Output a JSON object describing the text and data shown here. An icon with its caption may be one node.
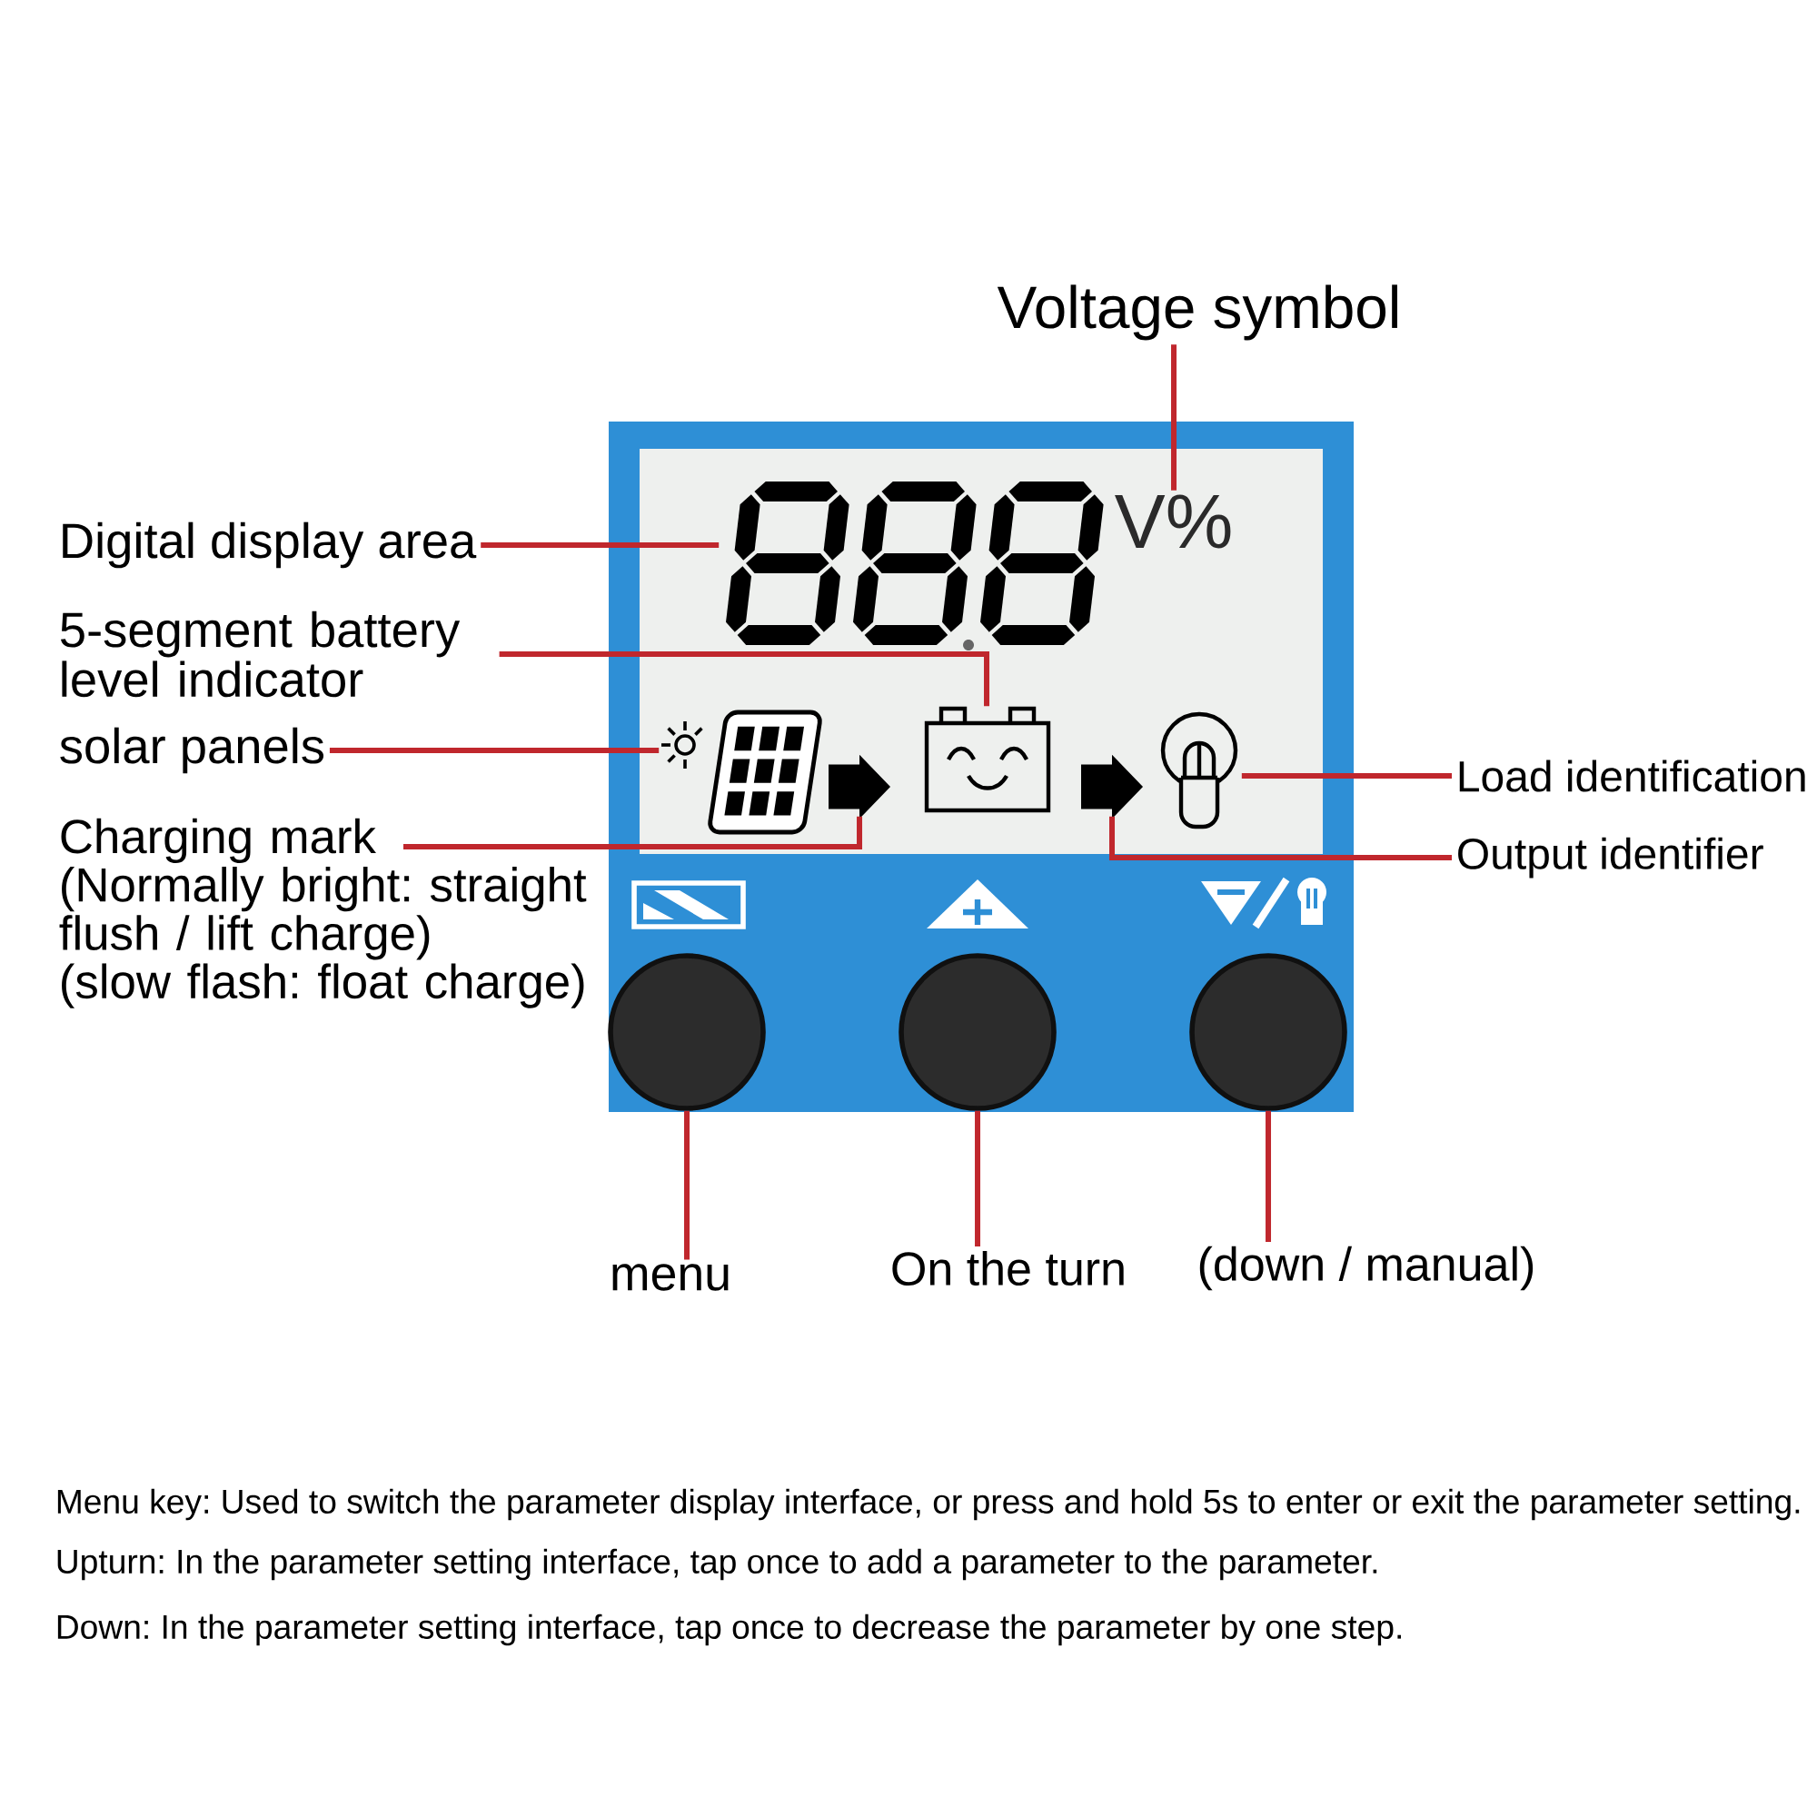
{
  "diagram": {
    "nodes": [
      {
        "text": [
          "Voltage symbol"
        ]
      },
      {
        "text": [
          "Digital display area"
        ]
      },
      {
        "text": [],
        "shape": "picture"
      },
      {
        "text": [
          "V%"
        ]
      },
      {
        "text": [
          "5-segment battery level indicator"
        ]
      },
      {
        "text": [],
        "shape": "picture"
      },
      {
        "text": [
          "solar panels"
        ]
      },
      {
        "text": [],
        "shape": "picture"
      },
      {
        "text": [],
        "shape": "arrow"
      },
      {
        "text": [],
        "shape": "arrow"
      },
      {
        "text": [],
        "shape": "picture"
      },
      {
        "text": [
          "Load identification"
        ]
      },
      {
        "text": [
          "Charging mark",
          "(Normally bright: straight flush / lift charge)",
          "(slow flash: float charge)"
        ]
      },
      {
        "text": [
          "Output identifier"
        ]
      },
      {
        "text": [],
        "shape": "circle"
      },
      {
        "text": [],
        "shape": "circle"
      },
      {
        "text": [],
        "shape": "circle"
      },
      {
        "text": [
          "menu"
        ]
      },
      {
        "text": [
          "On the turn"
        ]
      },
      {
        "text": [
          "(down / manual)"
        ]
      }
    ],
    "edges": [
      {
        "from": 0,
        "to": 3,
        "arrow": "none"
      },
      {
        "from": 1,
        "to": 2,
        "arrow": "none"
      },
      {
        "from": 4,
        "to": 5,
        "arrow": "none"
      },
      {
        "from": 6,
        "to": 7,
        "arrow": "none"
      },
      {
        "from": 11,
        "to": 10,
        "arrow": "none"
      },
      {
        "from": 12,
        "to": 8,
        "arrow": "none"
      },
      {
        "from": 13,
        "to": 9,
        "arrow": "none"
      },
      {
        "from": 17,
        "to": 14,
        "arrow": "none"
      },
      {
        "from": 18,
        "to": 15,
        "arrow": "none"
      },
      {
        "from": 19,
        "to": 16,
        "arrow": "none"
      }
    ],
    "labels": [
      "Menu key: Used to switch the parameter display interface, or press and hold 5s to enter or exit the parameter setting.",
      "Upturn: In the parameter setting interface, tap once to add a parameter to the parameter.",
      "Down: In the parameter setting interface, tap once to decrease the parameter by one step."
    ]
  }
}
